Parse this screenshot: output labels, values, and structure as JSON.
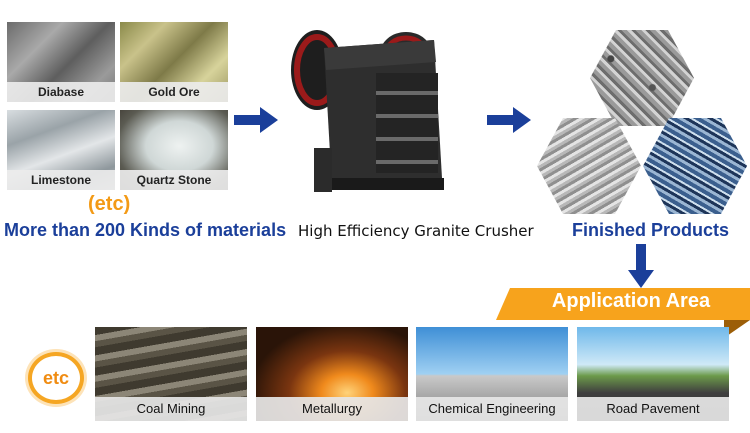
{
  "materials": {
    "tiles": [
      {
        "label": "Diabase"
      },
      {
        "label": "Gold Ore"
      },
      {
        "label": "Limestone"
      },
      {
        "label": "Quartz Stone"
      }
    ],
    "etc_label": "(etc)",
    "headline": "More than 200 Kinds of materials"
  },
  "crusher": {
    "caption": "High Efficiency Granite Crusher"
  },
  "products": {
    "title": "Finished Products"
  },
  "application": {
    "banner": "Application Area",
    "etc_circle": "etc",
    "tiles": [
      {
        "label": "Coal Mining"
      },
      {
        "label": "Metallurgy"
      },
      {
        "label": "Chemical Engineering"
      },
      {
        "label": "Road Pavement"
      }
    ]
  },
  "colors": {
    "arrow_blue": "#1b3f9a",
    "accent_orange": "#f7a31c"
  },
  "icons": [
    "arrow-right-icon",
    "arrow-down-icon"
  ]
}
